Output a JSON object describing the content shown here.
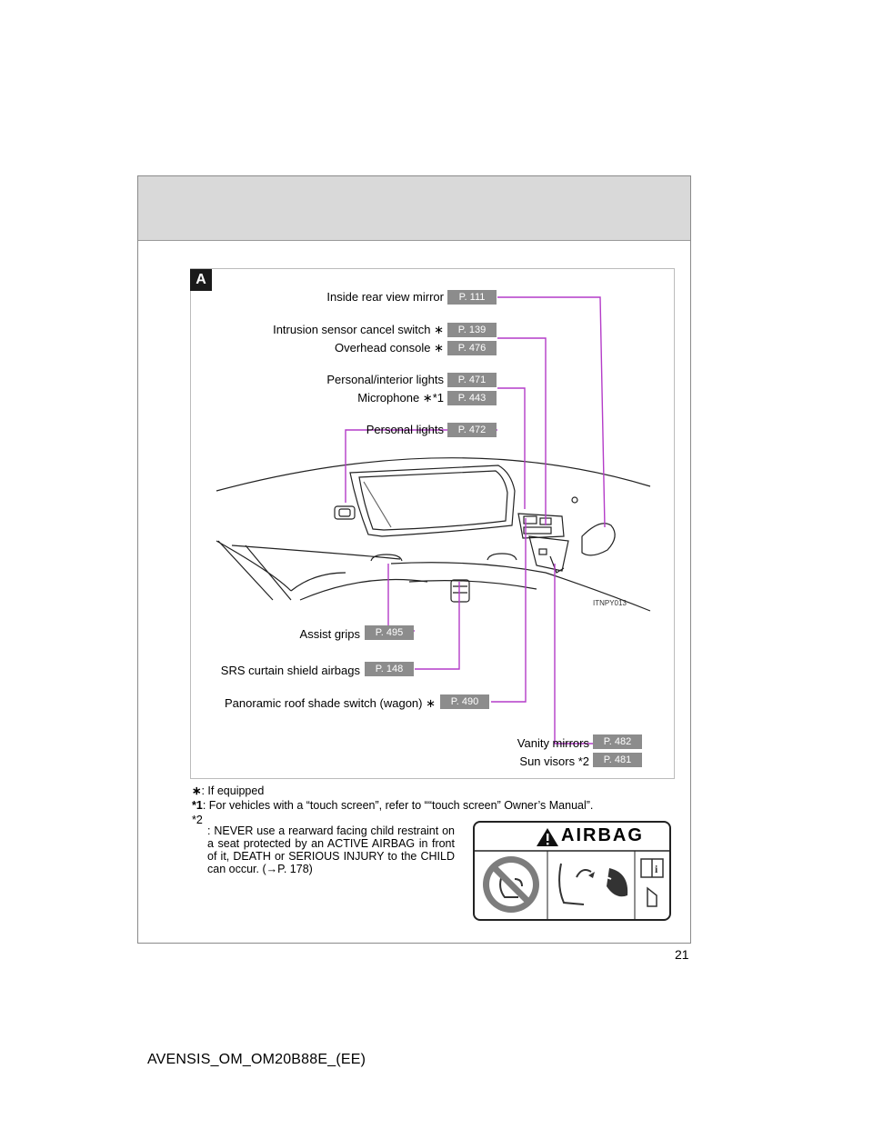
{
  "section": {
    "badge": "A"
  },
  "callouts": [
    {
      "id": "inside-rear-view-mirror",
      "label": "Inside rear view mirror",
      "page": "P. 111"
    },
    {
      "id": "intrusion-sensor-cancel-switch",
      "label": "Intrusion sensor cancel switch ∗",
      "page": "P. 139"
    },
    {
      "id": "overhead-console",
      "label": "Overhead console ∗",
      "page": "P. 476"
    },
    {
      "id": "personal-interior-lights",
      "label": "Personal/interior lights",
      "page": "P. 471"
    },
    {
      "id": "microphone",
      "label": "Microphone ∗*1",
      "page": "P. 443"
    },
    {
      "id": "personal-lights",
      "label": "Personal lights",
      "page": "P. 472"
    },
    {
      "id": "assist-grips",
      "label": "Assist grips",
      "page": "P. 495"
    },
    {
      "id": "srs-curtain-shield-airbags",
      "label": "SRS curtain shield airbags",
      "page": "P. 148"
    },
    {
      "id": "panoramic-roof-shade-switch",
      "label": "Panoramic roof shade switch (wagon) ∗",
      "page": "P. 490"
    },
    {
      "id": "vanity-mirrors",
      "label": "Vanity mirrors",
      "page": "P. 482"
    },
    {
      "id": "sun-visors",
      "label": "Sun visors *2",
      "page": "P. 481"
    }
  ],
  "illustration": {
    "ref_id": "ITNPY013"
  },
  "footnotes": {
    "equipped": {
      "symbol": "∗",
      "text": ": If equipped"
    },
    "note1": {
      "symbol": "*1",
      "text": ": For vehicles with a “touch screen”, refer to ““touch screen” Owner’s Manual”."
    },
    "note2": {
      "symbol": "*2",
      "text": ": NEVER use a rearward facing child restraint on a seat protected by an ACTIVE AIRBAG in front of it, DEATH or SERIOUS INJURY to the CHILD can occur. (→P. 178)"
    }
  },
  "warning_label": {
    "title": "AIRBAG"
  },
  "page_number": "21",
  "document_code": "AVENSIS_OM_OM20B88E_(EE)",
  "colors": {
    "leader_line": "#b43cc8",
    "chip_bg": "#8c8c8c",
    "header_band": "#d9d9d9"
  }
}
